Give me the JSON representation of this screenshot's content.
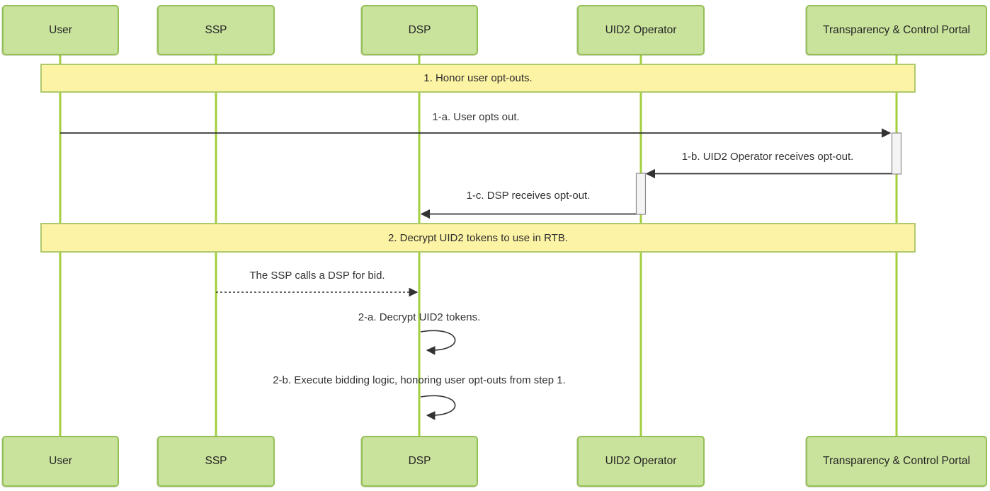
{
  "diagram": {
    "type": "sequence-diagram",
    "actors": [
      {
        "label": "User"
      },
      {
        "label": "SSP"
      },
      {
        "label": "DSP"
      },
      {
        "label": "UID2 Operator"
      },
      {
        "label": "Transparency & Control Portal"
      }
    ],
    "steps": [
      {
        "label": "1. Honor user opt-outs."
      },
      {
        "label": "2. Decrypt UID2 tokens to use in RTB."
      }
    ],
    "messages": [
      {
        "label": "1-a. User opts out.",
        "from": "User",
        "to": "Transparency & Control Portal",
        "style": "solid"
      },
      {
        "label": "1-b. UID2 Operator receives opt-out.",
        "from": "Transparency & Control Portal",
        "to": "UID2 Operator",
        "style": "solid"
      },
      {
        "label": "1-c. DSP receives opt-out.",
        "from": "UID2 Operator",
        "to": "DSP",
        "style": "solid"
      },
      {
        "label": "The SSP calls a DSP for bid.",
        "from": "SSP",
        "to": "DSP",
        "style": "dashed"
      },
      {
        "label": "2-a. Decrypt UID2 tokens.",
        "from": "DSP",
        "to": "DSP",
        "style": "self-loop"
      },
      {
        "label": "2-b. Execute bidding logic, honoring user opt-outs from step 1.",
        "from": "DSP",
        "to": "DSP",
        "style": "self-loop"
      }
    ],
    "colors": {
      "actor_fill": "#c9e29c",
      "actor_border": "#94c057",
      "lifeline": "#a3cf3e",
      "banner_fill": "#fdf3a5",
      "banner_border": "#aec96b",
      "activation_fill": "#f4f4f4",
      "activation_border": "#8c8c8c",
      "arrow": "#333333",
      "text": "#333333"
    }
  }
}
